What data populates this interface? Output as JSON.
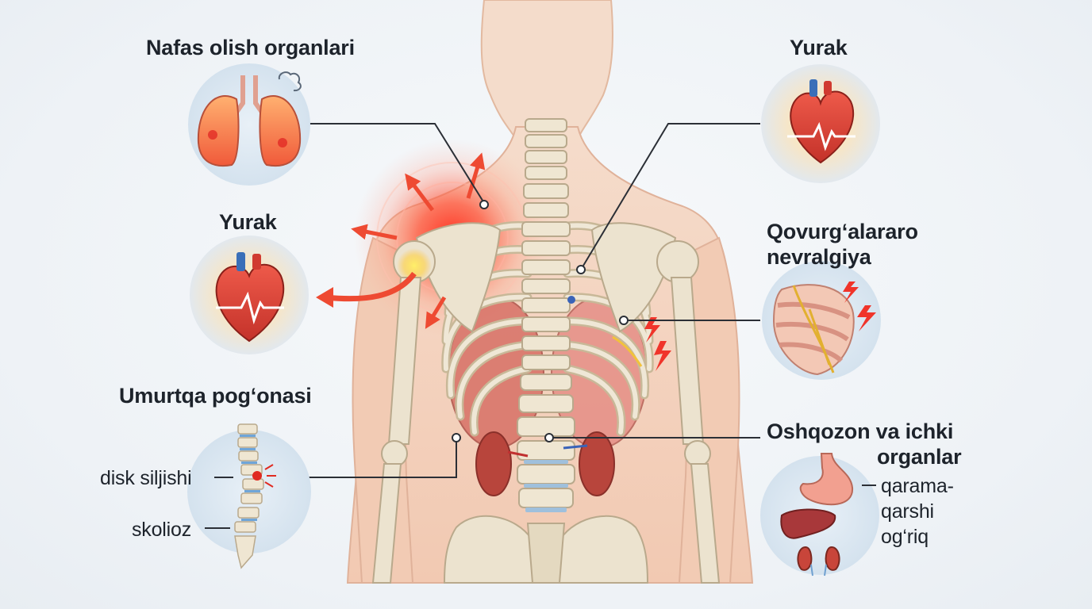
{
  "labels": {
    "respiratory": "Nafas olish organlari",
    "heart_top_right": "Yurak",
    "heart_left": "Yurak",
    "intercostal_line1": "Qovurg‘alararo",
    "intercostal_line2": "nevralgiya",
    "spine": "Umurtqa pog‘onasi",
    "disc_herniation": "disk siljishi",
    "scoliosis": "skolioz",
    "stomach_line1": "Oshqozon va ichki",
    "stomach_line2": "organlar",
    "opposite_line1": "qarama-",
    "opposite_line2": "qarshi",
    "opposite_line3": "og‘riq"
  },
  "colors": {
    "background": "#eef2f6",
    "skin": "#f6d3be",
    "bone": "#ece3cf",
    "bone_outline": "#b9a98c",
    "pain_red": "#f03a2a",
    "organ_red": "#c8473f",
    "leader_line": "#2b2f36"
  },
  "icons": [
    "lungs-icon",
    "heart-icon",
    "heart-icon",
    "ribs-nerve-icon",
    "spine-icon",
    "stomach-liver-kidneys-icon"
  ]
}
